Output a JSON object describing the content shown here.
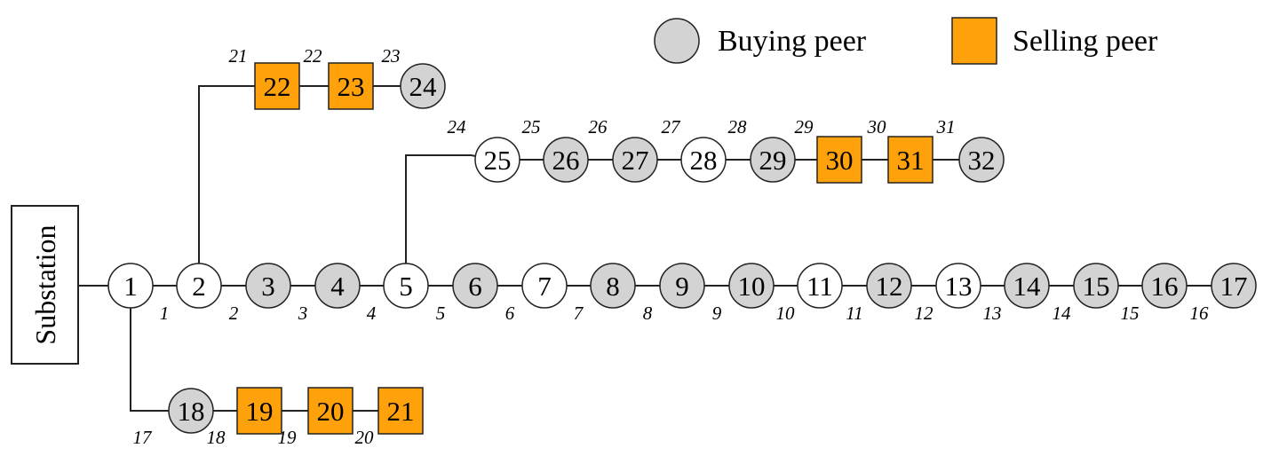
{
  "substation_label": "Substation",
  "legend": {
    "buying": "Buying peer",
    "selling": "Selling peer"
  },
  "colors": {
    "buying": "#d3d3d3",
    "selling": "#ffa10a",
    "none": "#ffffff",
    "line": "#222222"
  },
  "nodes": [
    {
      "id": "1",
      "type": "none"
    },
    {
      "id": "2",
      "type": "none"
    },
    {
      "id": "3",
      "type": "buying"
    },
    {
      "id": "4",
      "type": "buying"
    },
    {
      "id": "5",
      "type": "none"
    },
    {
      "id": "6",
      "type": "buying"
    },
    {
      "id": "7",
      "type": "none"
    },
    {
      "id": "8",
      "type": "buying"
    },
    {
      "id": "9",
      "type": "buying"
    },
    {
      "id": "10",
      "type": "buying"
    },
    {
      "id": "11",
      "type": "none"
    },
    {
      "id": "12",
      "type": "buying"
    },
    {
      "id": "13",
      "type": "none"
    },
    {
      "id": "14",
      "type": "buying"
    },
    {
      "id": "15",
      "type": "buying"
    },
    {
      "id": "16",
      "type": "buying"
    },
    {
      "id": "17",
      "type": "buying"
    },
    {
      "id": "18",
      "type": "buying"
    },
    {
      "id": "19",
      "type": "selling"
    },
    {
      "id": "20",
      "type": "selling"
    },
    {
      "id": "21",
      "type": "selling"
    },
    {
      "id": "22",
      "type": "selling"
    },
    {
      "id": "23",
      "type": "selling"
    },
    {
      "id": "24",
      "type": "buying"
    },
    {
      "id": "25",
      "type": "none"
    },
    {
      "id": "26",
      "type": "buying"
    },
    {
      "id": "27",
      "type": "buying"
    },
    {
      "id": "28",
      "type": "none"
    },
    {
      "id": "29",
      "type": "buying"
    },
    {
      "id": "30",
      "type": "selling"
    },
    {
      "id": "31",
      "type": "selling"
    },
    {
      "id": "32",
      "type": "buying"
    }
  ],
  "branches": [
    "1",
    "2",
    "3",
    "4",
    "5",
    "6",
    "7",
    "8",
    "9",
    "10",
    "11",
    "12",
    "13",
    "14",
    "15",
    "16",
    "17",
    "18",
    "19",
    "20",
    "21",
    "22",
    "23",
    "24",
    "25",
    "26",
    "27",
    "28",
    "29",
    "30",
    "31"
  ]
}
